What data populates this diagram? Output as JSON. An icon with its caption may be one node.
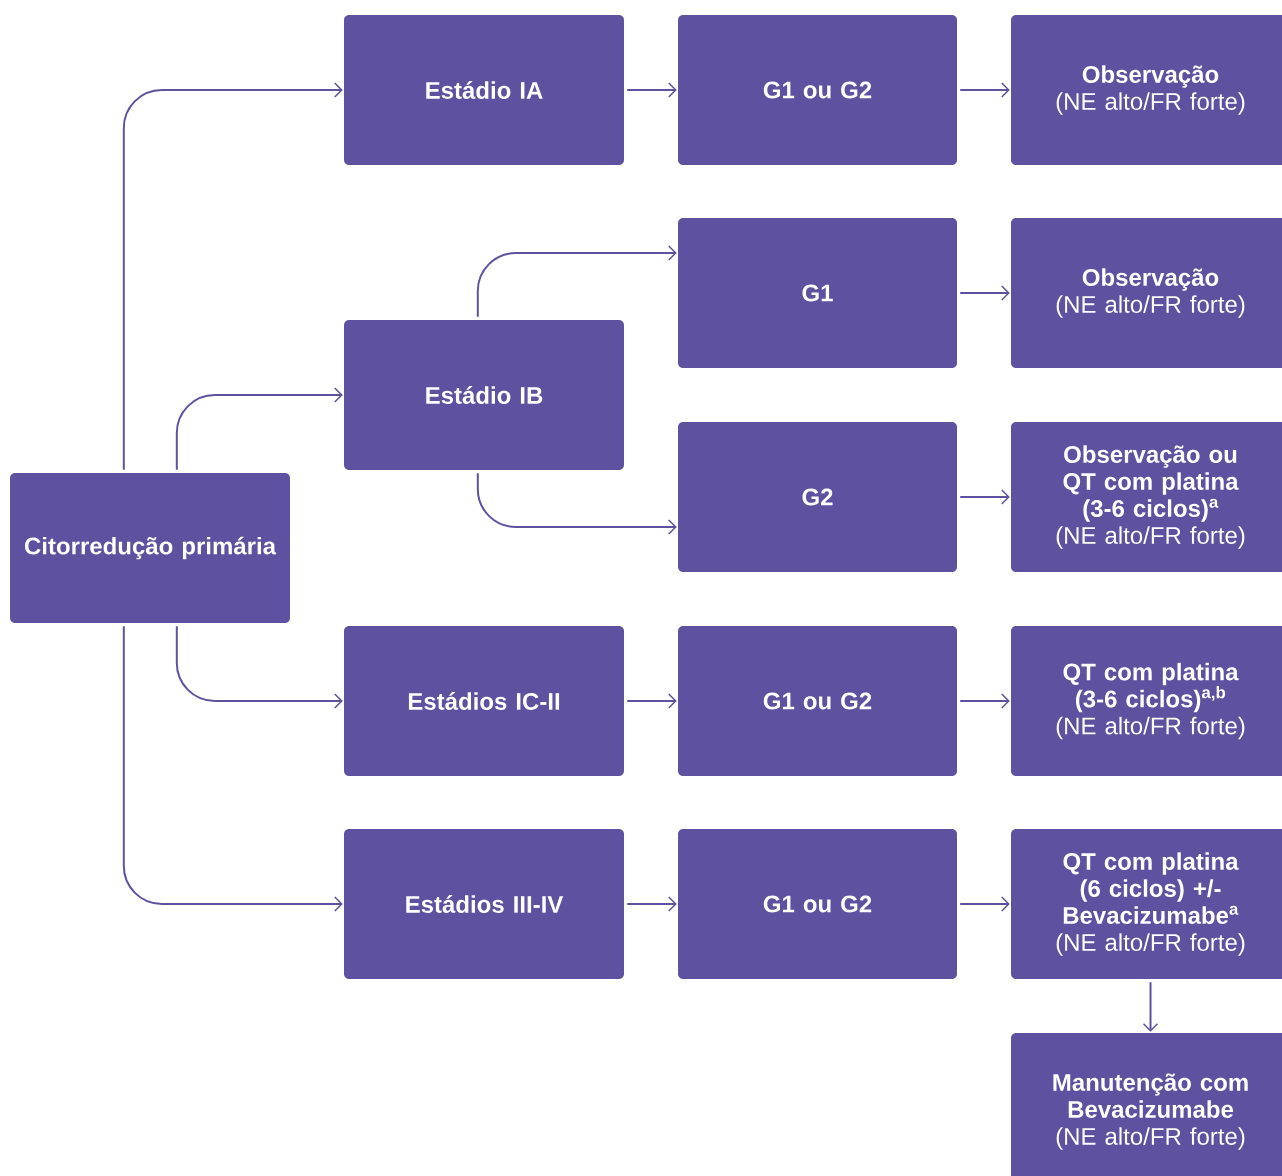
{
  "diagram": {
    "nodes": [
      {
        "text": [
          "Citorredução primária"
        ]
      },
      {
        "text": [
          "Estádio IA"
        ]
      },
      {
        "text": [
          "G1 ou G2"
        ]
      },
      {
        "text": [
          "Observação",
          "(NE alto/FR forte)"
        ]
      },
      {
        "text": [
          "Estádio IB"
        ]
      },
      {
        "text": [
          "G1"
        ]
      },
      {
        "text": [
          "Observação",
          "(NE alto/FR forte)"
        ]
      },
      {
        "text": [
          "G2"
        ]
      },
      {
        "text": [
          "Observação ou QT com platina (3-6 ciclos)$^{a}$",
          "(NE alto/FR forte)"
        ]
      },
      {
        "text": [
          "Estádios IC-II"
        ]
      },
      {
        "text": [
          "G1 ou G2"
        ]
      },
      {
        "text": [
          "QT com platina (3-6 ciclos)$^{a,b}$",
          "(NE alto/FR forte)"
        ]
      },
      {
        "text": [
          "Estádios III-IV"
        ]
      },
      {
        "text": [
          "G1 ou G2"
        ]
      },
      {
        "text": [
          "QT com platina (6 ciclos) +/- Bevacizumabe$^{a}$",
          "(NE alto/FR forte)"
        ]
      },
      {
        "text": [
          "Manutenção com Bevacizumabe",
          "(NE alto/FR forte)"
        ]
      }
    ],
    "edges": [
      {
        "from": 0,
        "to": 1,
        "arrow": "to"
      },
      {
        "from": 0,
        "to": 4,
        "arrow": "to"
      },
      {
        "from": 0,
        "to": 9,
        "arrow": "to"
      },
      {
        "from": 0,
        "to": 12,
        "arrow": "to"
      },
      {
        "from": 1,
        "to": 2,
        "arrow": "to"
      },
      {
        "from": 2,
        "to": 3,
        "arrow": "to"
      },
      {
        "from": 4,
        "to": 5,
        "arrow": "to"
      },
      {
        "from": 4,
        "to": 7,
        "arrow": "to"
      },
      {
        "from": 5,
        "to": 6,
        "arrow": "to"
      },
      {
        "from": 7,
        "to": 8,
        "arrow": "to"
      },
      {
        "from": 9,
        "to": 10,
        "arrow": "to"
      },
      {
        "from": 10,
        "to": 11,
        "arrow": "to"
      },
      {
        "from": 12,
        "to": 13,
        "arrow": "to"
      },
      {
        "from": 13,
        "to": 14,
        "arrow": "to"
      },
      {
        "from": 14,
        "to": 15,
        "arrow": "to"
      }
    ]
  }
}
